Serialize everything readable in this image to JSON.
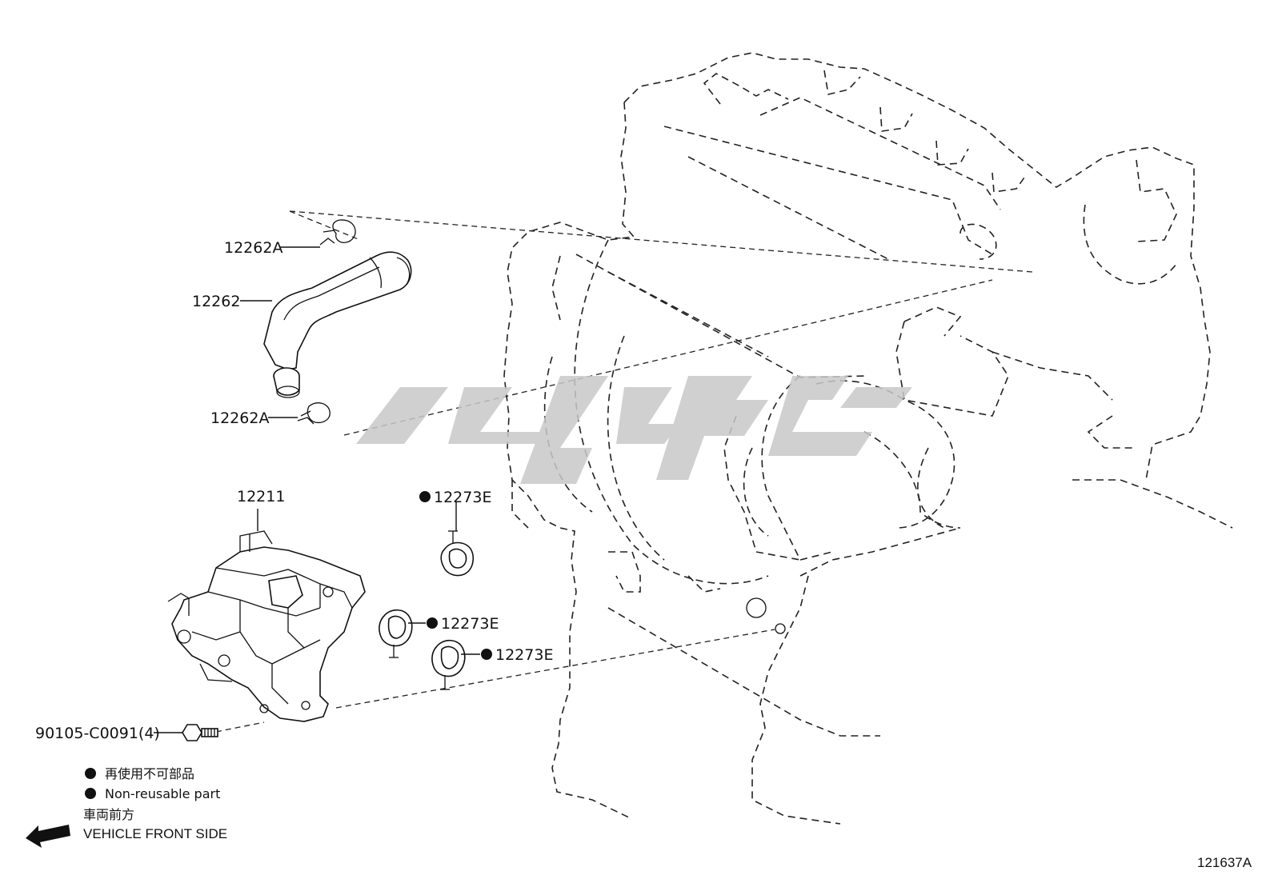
{
  "labels": {
    "hose_clip_top": "12262A",
    "hose": "12262",
    "hose_clip_bottom": "12262A",
    "separator": "12211",
    "gasket_top": "12273E",
    "gasket_mid": "12273E",
    "gasket_low": "12273E",
    "bolt": "90105-C0091(4)"
  },
  "legend": {
    "jp_text": "再使用不可部品",
    "en_text": "Non-reusable part"
  },
  "front": {
    "jp": "車両前方",
    "en": "VEHICLE FRONT SIDE"
  },
  "figure_number": "121637A",
  "colors": {
    "line": "#111111",
    "watermark": "#c8c8c8"
  }
}
